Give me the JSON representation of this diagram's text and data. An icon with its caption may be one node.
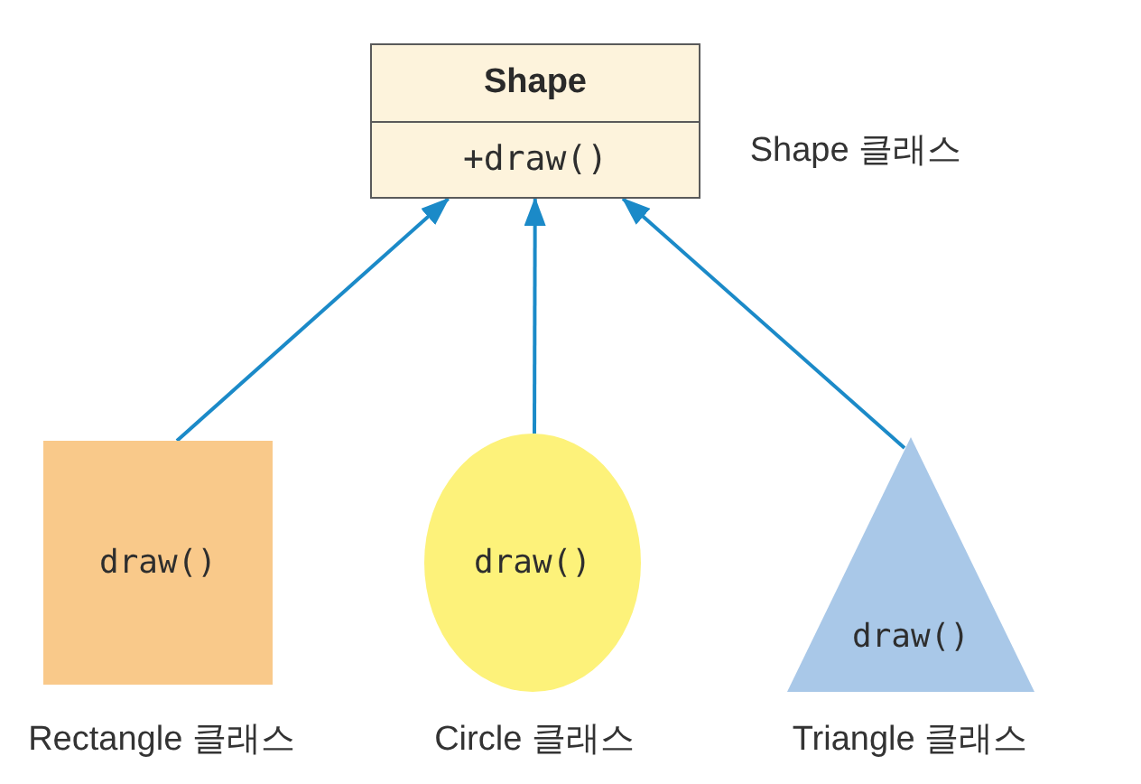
{
  "diagram": {
    "nodes": [
      {
        "text": [
          "Shape",
          "+draw()"
        ],
        "beside": [
          "Shape 클래스"
        ]
      },
      {
        "text": [
          "draw()"
        ],
        "beside": [
          "Rectangle 클래스"
        ]
      },
      {
        "text": [
          "draw()"
        ],
        "beside": [
          "Circle 클래스"
        ]
      },
      {
        "text": [
          "draw()"
        ],
        "beside": [
          "Triangle 클래스"
        ]
      }
    ],
    "edges": [
      {
        "from": 1,
        "to": 0,
        "arrow": "to"
      },
      {
        "from": 2,
        "to": 0,
        "arrow": "to"
      },
      {
        "from": 3,
        "to": 0,
        "arrow": "to"
      }
    ]
  }
}
